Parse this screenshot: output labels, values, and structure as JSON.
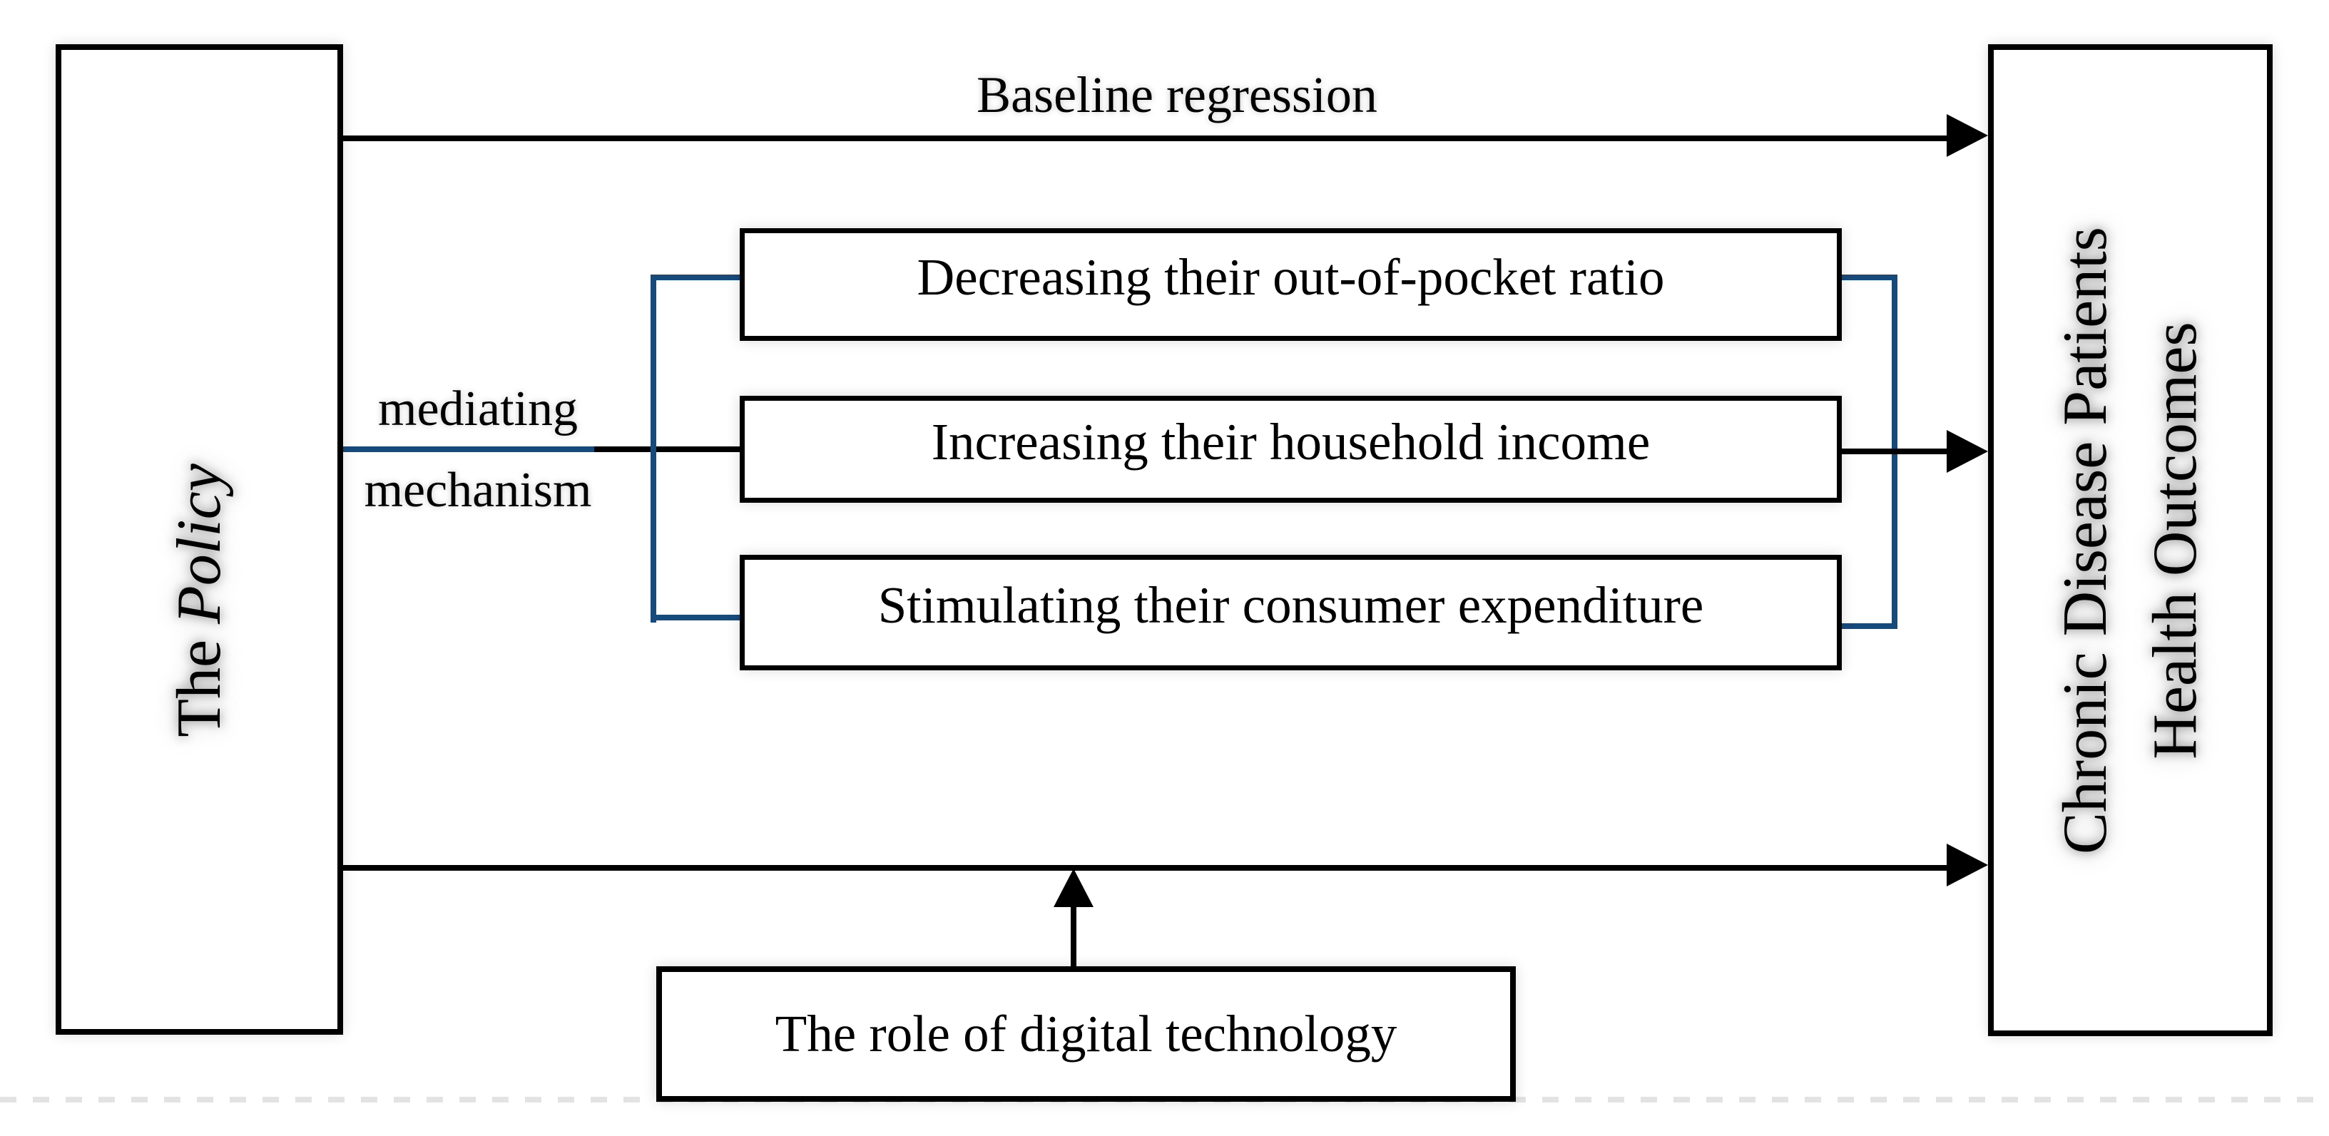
{
  "diagram": {
    "left_node": {
      "prefix": "The ",
      "emphasis": "Policy"
    },
    "right_node": {
      "line1": "Chronic Disease Patients",
      "line2": "Health Outcomes"
    },
    "top_arrow_label": "Baseline regression",
    "mediation_label_line1": "mediating",
    "mediation_label_line2": "mechanism",
    "mediators": [
      {
        "label": "Decreasing their out-of-pocket ratio"
      },
      {
        "label": "Increasing their household income"
      },
      {
        "label": "Stimulating their consumer expenditure"
      }
    ],
    "moderator_box_label": "The role of digital technology"
  },
  "colors": {
    "line-black": "#000000",
    "accent-blue": "#174a7c",
    "dashed-gray": "#e3e3e3",
    "canvas-bg": "#ffffff"
  }
}
